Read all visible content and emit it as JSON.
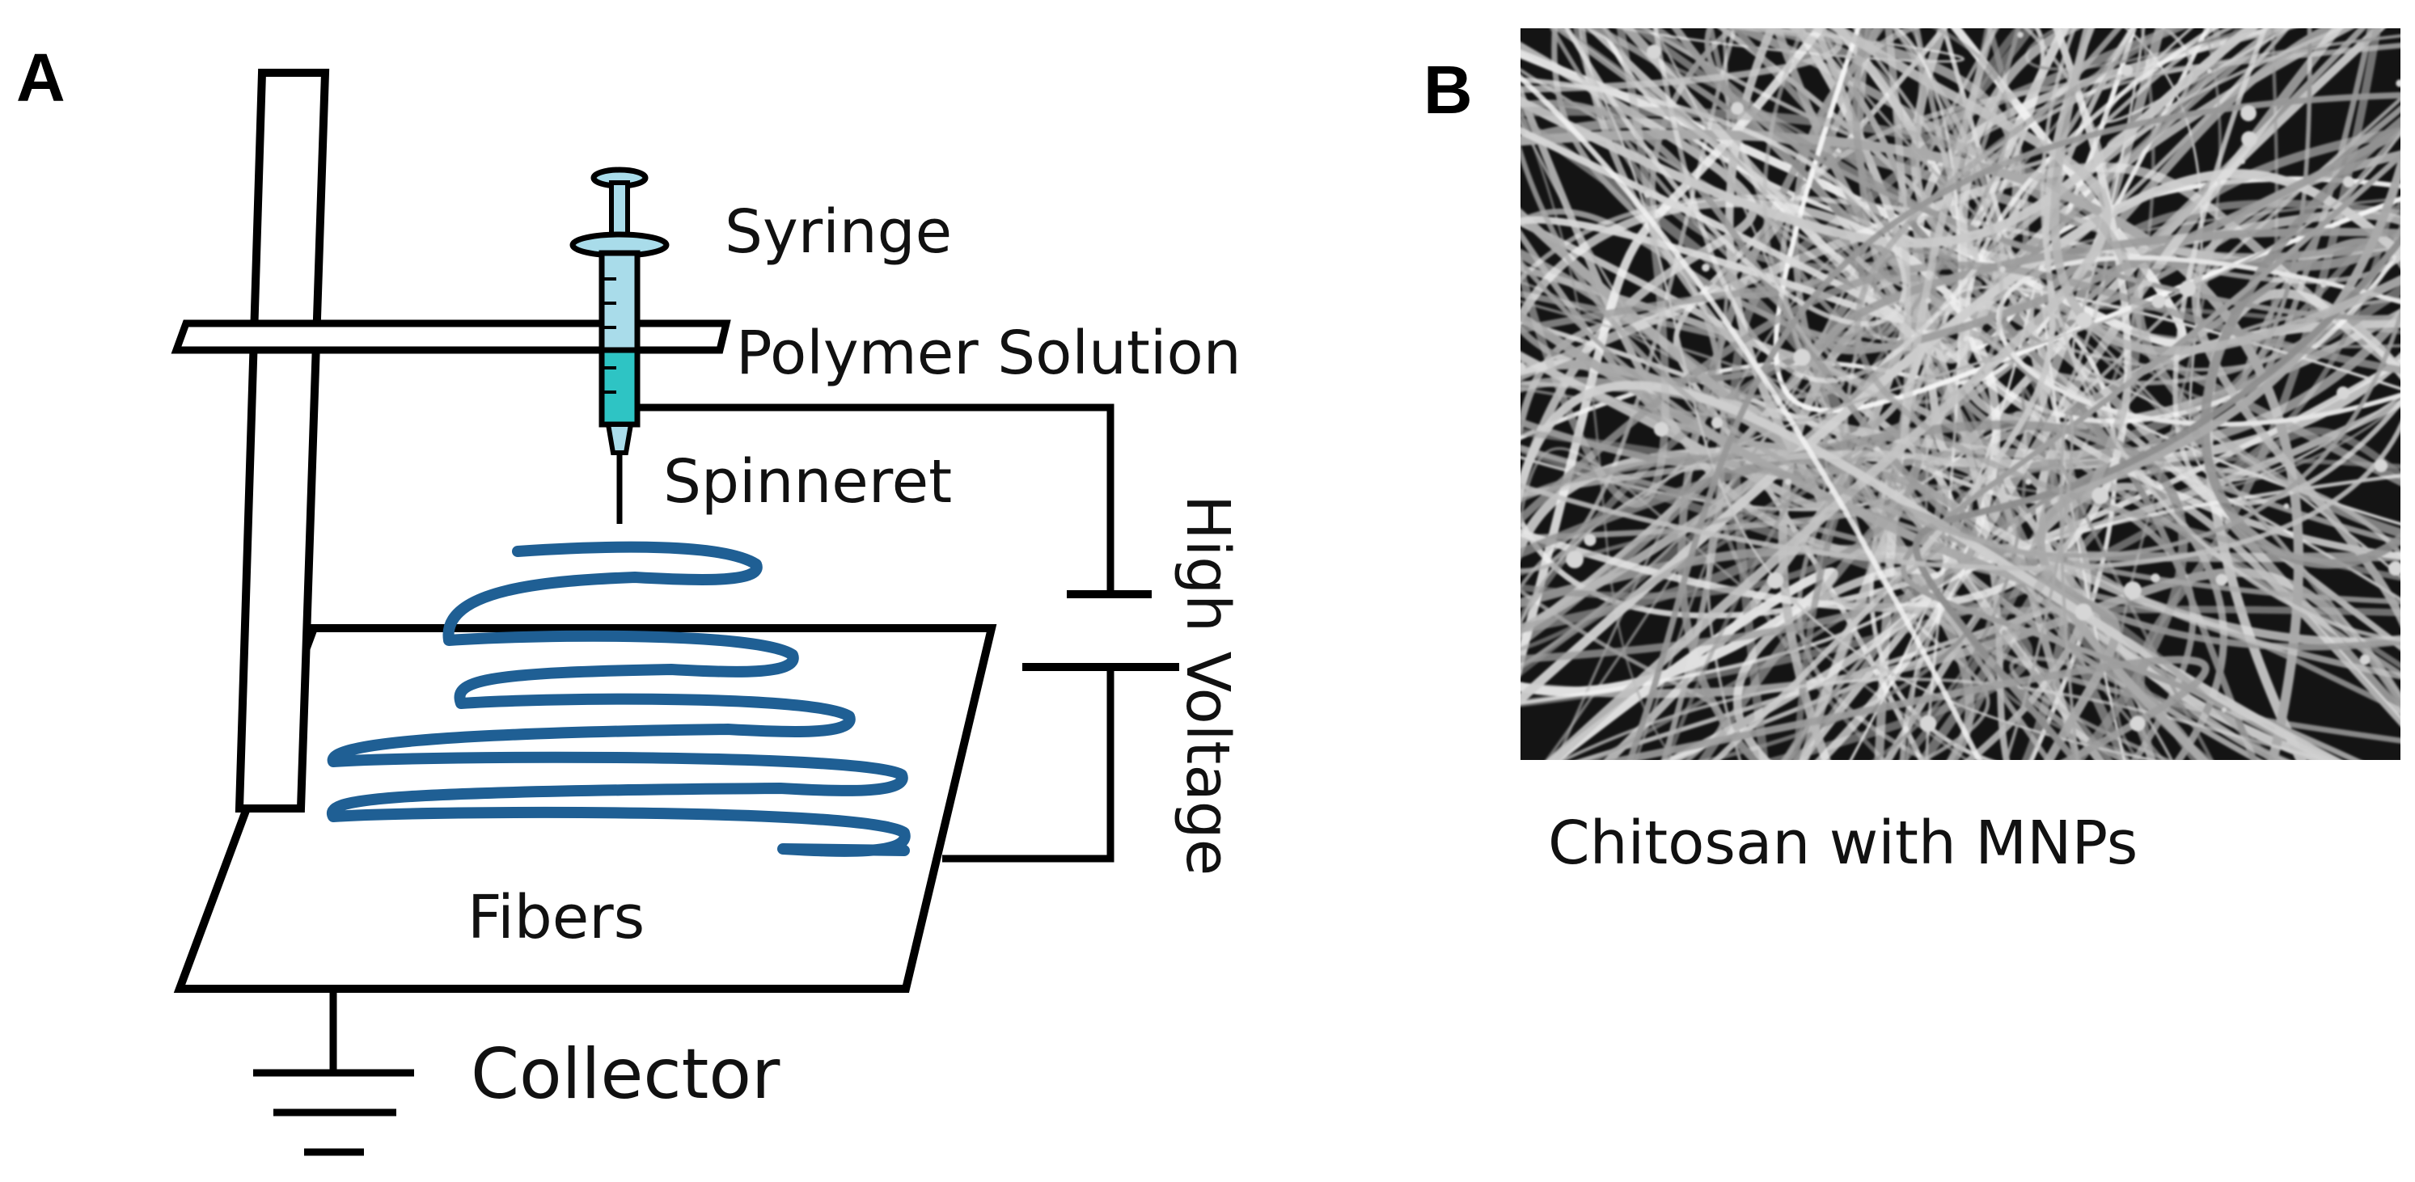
{
  "panels": {
    "a": {
      "letter": "A",
      "labels": {
        "syringe": "Syringe",
        "polymer_solution": "Polymer Solution",
        "spinneret": "Spinneret",
        "high_voltage": "High Voltage",
        "fibers": "Fibers",
        "collector": "Collector"
      }
    },
    "b": {
      "letter": "B",
      "caption": "Chitosan with MNPs"
    }
  },
  "colors": {
    "fiber_spiral": "#1f5f94",
    "syringe_body": "#a9dcea",
    "syringe_solution": "#2ec4c4",
    "sem_background": "#141414",
    "sem_fiber": "#d6d6d6"
  }
}
